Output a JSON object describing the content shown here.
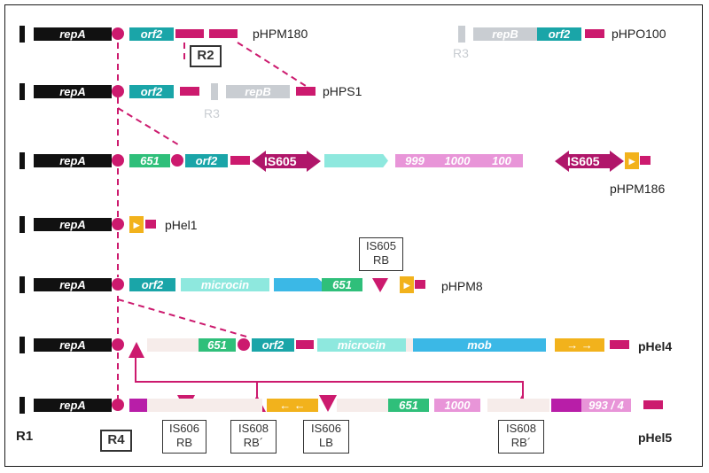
{
  "genes": {
    "repA": "repA",
    "orf2": "orf2",
    "repB": "repB",
    "g651": "651",
    "microcin": "microcin",
    "mob": "mob",
    "g999": "999",
    "g1000": "1000",
    "g100": "100",
    "g1000b": "1000",
    "g993": "993 / 4"
  },
  "plasmids": {
    "pHPM180": "pHPM180",
    "pHPO100": "pHPO100",
    "pHPS1": "pHPS1",
    "pHPM186": "pHPM186",
    "pHel1": "pHel1",
    "pHPM8": "pHPM8",
    "pHel4": "pHel4",
    "pHel5": "pHel5"
  },
  "elements": {
    "IS605": "IS605"
  },
  "regions": {
    "R1": "R1",
    "R2": "R2",
    "R3": "R3",
    "R4": "R4"
  },
  "boundaries": {
    "is605_rb": [
      "IS605",
      "RB"
    ],
    "is606_rb": [
      "IS606",
      "RB"
    ],
    "is608_rb_a": [
      "IS608",
      "RB´"
    ],
    "is606_lb": [
      "IS606",
      "LB"
    ],
    "is608_rb_b": [
      "IS608",
      "RB´"
    ]
  },
  "colors": {
    "repA": "#111111",
    "junction_dot": "#cc1a6e",
    "orf2": "#1aa5a8",
    "g651": "#2fbf7a",
    "microcin": "#8ee8de",
    "mob": "#3bb8e6",
    "repB": "#c9cdd2",
    "IS605": "#b0166a",
    "pink_genes": "#e895d8",
    "purple": "#b81ea8",
    "orange_repeats": "#f2b21c"
  }
}
